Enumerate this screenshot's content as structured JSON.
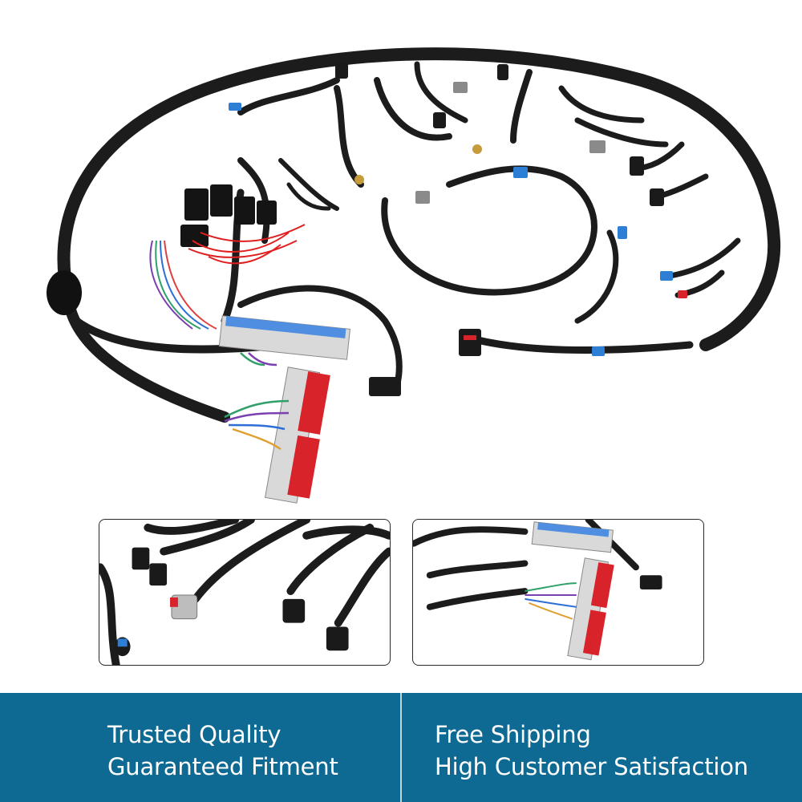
{
  "banner": {
    "left": {
      "line1": "Trusted Quality",
      "line2": "Guaranteed Fitment"
    },
    "right": {
      "line1": "Free Shipping",
      "line2": "High Customer Satisfaction"
    },
    "background_color": "#0f6a93"
  },
  "colors": {
    "wire_loom": "#1c1c1c",
    "connector_red": "#d8232a",
    "connector_blue": "#2d7fd6",
    "ecu_gray": "#d9d9d9"
  },
  "images": {
    "hero": "engine-wiring-harness-photo",
    "detail_left": "harness-injector-connectors-closeup",
    "detail_right": "harness-ecu-connector-closeup"
  }
}
